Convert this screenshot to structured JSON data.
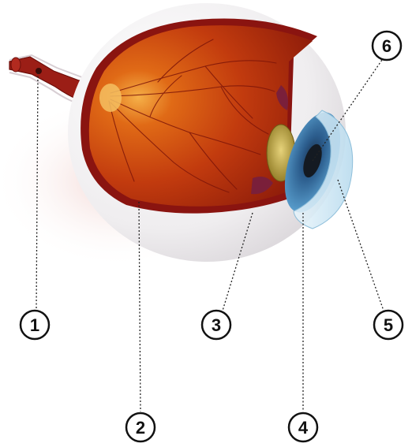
{
  "diagram": {
    "callouts": [
      {
        "id": "1",
        "label": "1"
      },
      {
        "id": "2",
        "label": "2"
      },
      {
        "id": "3",
        "label": "3"
      },
      {
        "id": "4",
        "label": "4"
      },
      {
        "id": "5",
        "label": "5"
      },
      {
        "id": "6",
        "label": "6"
      }
    ]
  },
  "colors": {
    "sclera": "#f2f0f1",
    "choroid": "#8a1410",
    "vitreous": "#c23b0e",
    "retina_highlight": "#f0a640",
    "optic_nerve": "#9b1e16",
    "iris": "#3f82b8",
    "lens": "#b59b3a",
    "ciliary": "#7a1f3a",
    "cornea": "#cde6f3"
  }
}
